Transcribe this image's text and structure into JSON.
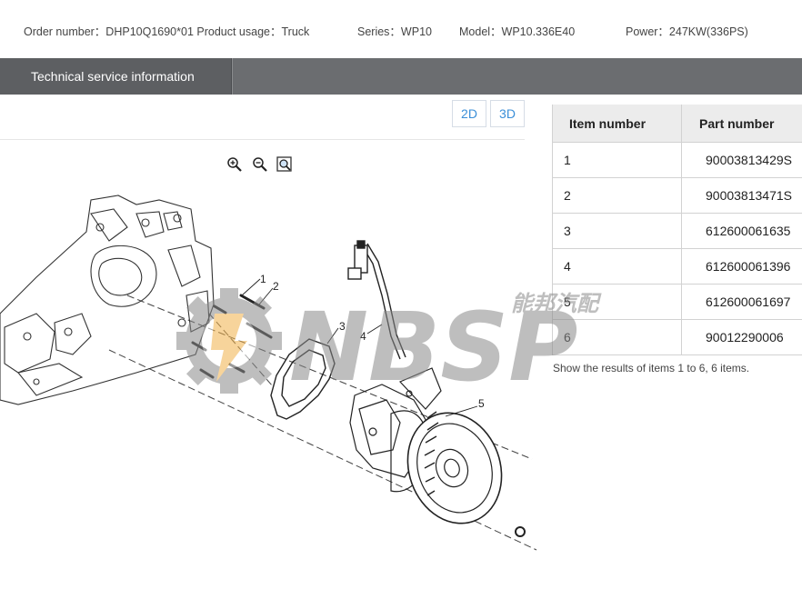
{
  "header": {
    "order": "Order number：DHP10Q1690*01 Product usage：Truck",
    "series": "Series：WP10",
    "model": "Model：WP10.336E40",
    "power": "Power：247KW(336PS)"
  },
  "title_tab": "Technical service information",
  "view_buttons": {
    "two_d": "2D",
    "three_d": "3D"
  },
  "zoom_icons": [
    "zoom-in-icon",
    "zoom-out-icon",
    "fit-to-window-icon"
  ],
  "callouts": {
    "c1": "1",
    "c2": "2",
    "c3": "3",
    "c4": "4",
    "c5": "5"
  },
  "table": {
    "headers": {
      "item": "Item number",
      "part": "Part number"
    },
    "rows": [
      {
        "item": "1",
        "part": "90003813429S"
      },
      {
        "item": "2",
        "part": "90003813471S"
      },
      {
        "item": "3",
        "part": "612600061635"
      },
      {
        "item": "4",
        "part": "612600061396"
      },
      {
        "item": "5",
        "part": "612600061697"
      },
      {
        "item": "6",
        "part": "90012290006"
      }
    ]
  },
  "results_text": "Show the results of items 1 to 6, 6 items.",
  "watermark": {
    "chinese": "能邦汽配",
    "latin": "NBSP"
  },
  "colors": {
    "accent": "#3b8fd8",
    "title_bar": "#6b6d70",
    "watermark_orange": "#f2b24a"
  }
}
